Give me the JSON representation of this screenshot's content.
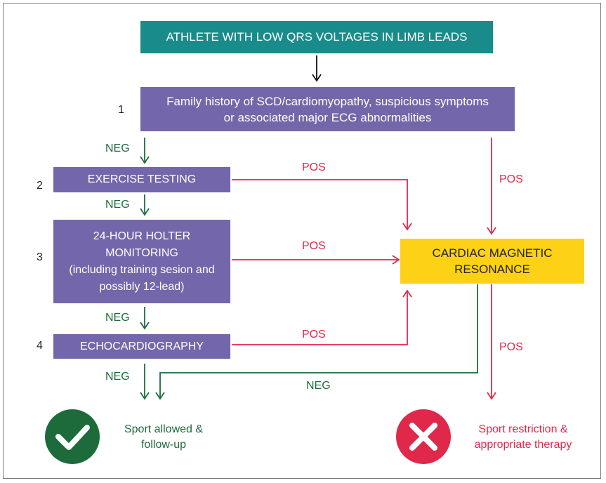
{
  "title_box": "ATHLETE WITH LOW QRS VOLTAGES IN LIMB LEADS",
  "steps": [
    {
      "number": "1",
      "text": "Family history of SCD/cardiomyopathy, suspicious symptoms or associated major ECG abnormalities"
    },
    {
      "number": "2",
      "text": "EXERCISE TESTING"
    },
    {
      "number": "3",
      "text_line1": "24-HOUR HOLTER",
      "text_line2": "MONITORING",
      "text_line3": "(including training sesion and",
      "text_line4": "possibly 12-lead)"
    },
    {
      "number": "4",
      "text": "ECHOCARDIOGRAPHY"
    }
  ],
  "cmr_box": {
    "line1": "CARDIAC MAGNETIC",
    "line2": "RESONANCE"
  },
  "labels": {
    "neg": "NEG",
    "pos": "POS"
  },
  "outcomes": {
    "allowed": {
      "line1": "Sport allowed &",
      "line2": "follow-up",
      "color": "#1d6b3a"
    },
    "restricted": {
      "line1": "Sport restriction &",
      "line2": "appropriate therapy",
      "color": "#e0284a"
    }
  },
  "colors": {
    "teal": "#1a8b8b",
    "purple": "#7466aa",
    "yellow": "#fcd116",
    "neg_green": "#1d6b3a",
    "pos_red": "#e0284a"
  }
}
